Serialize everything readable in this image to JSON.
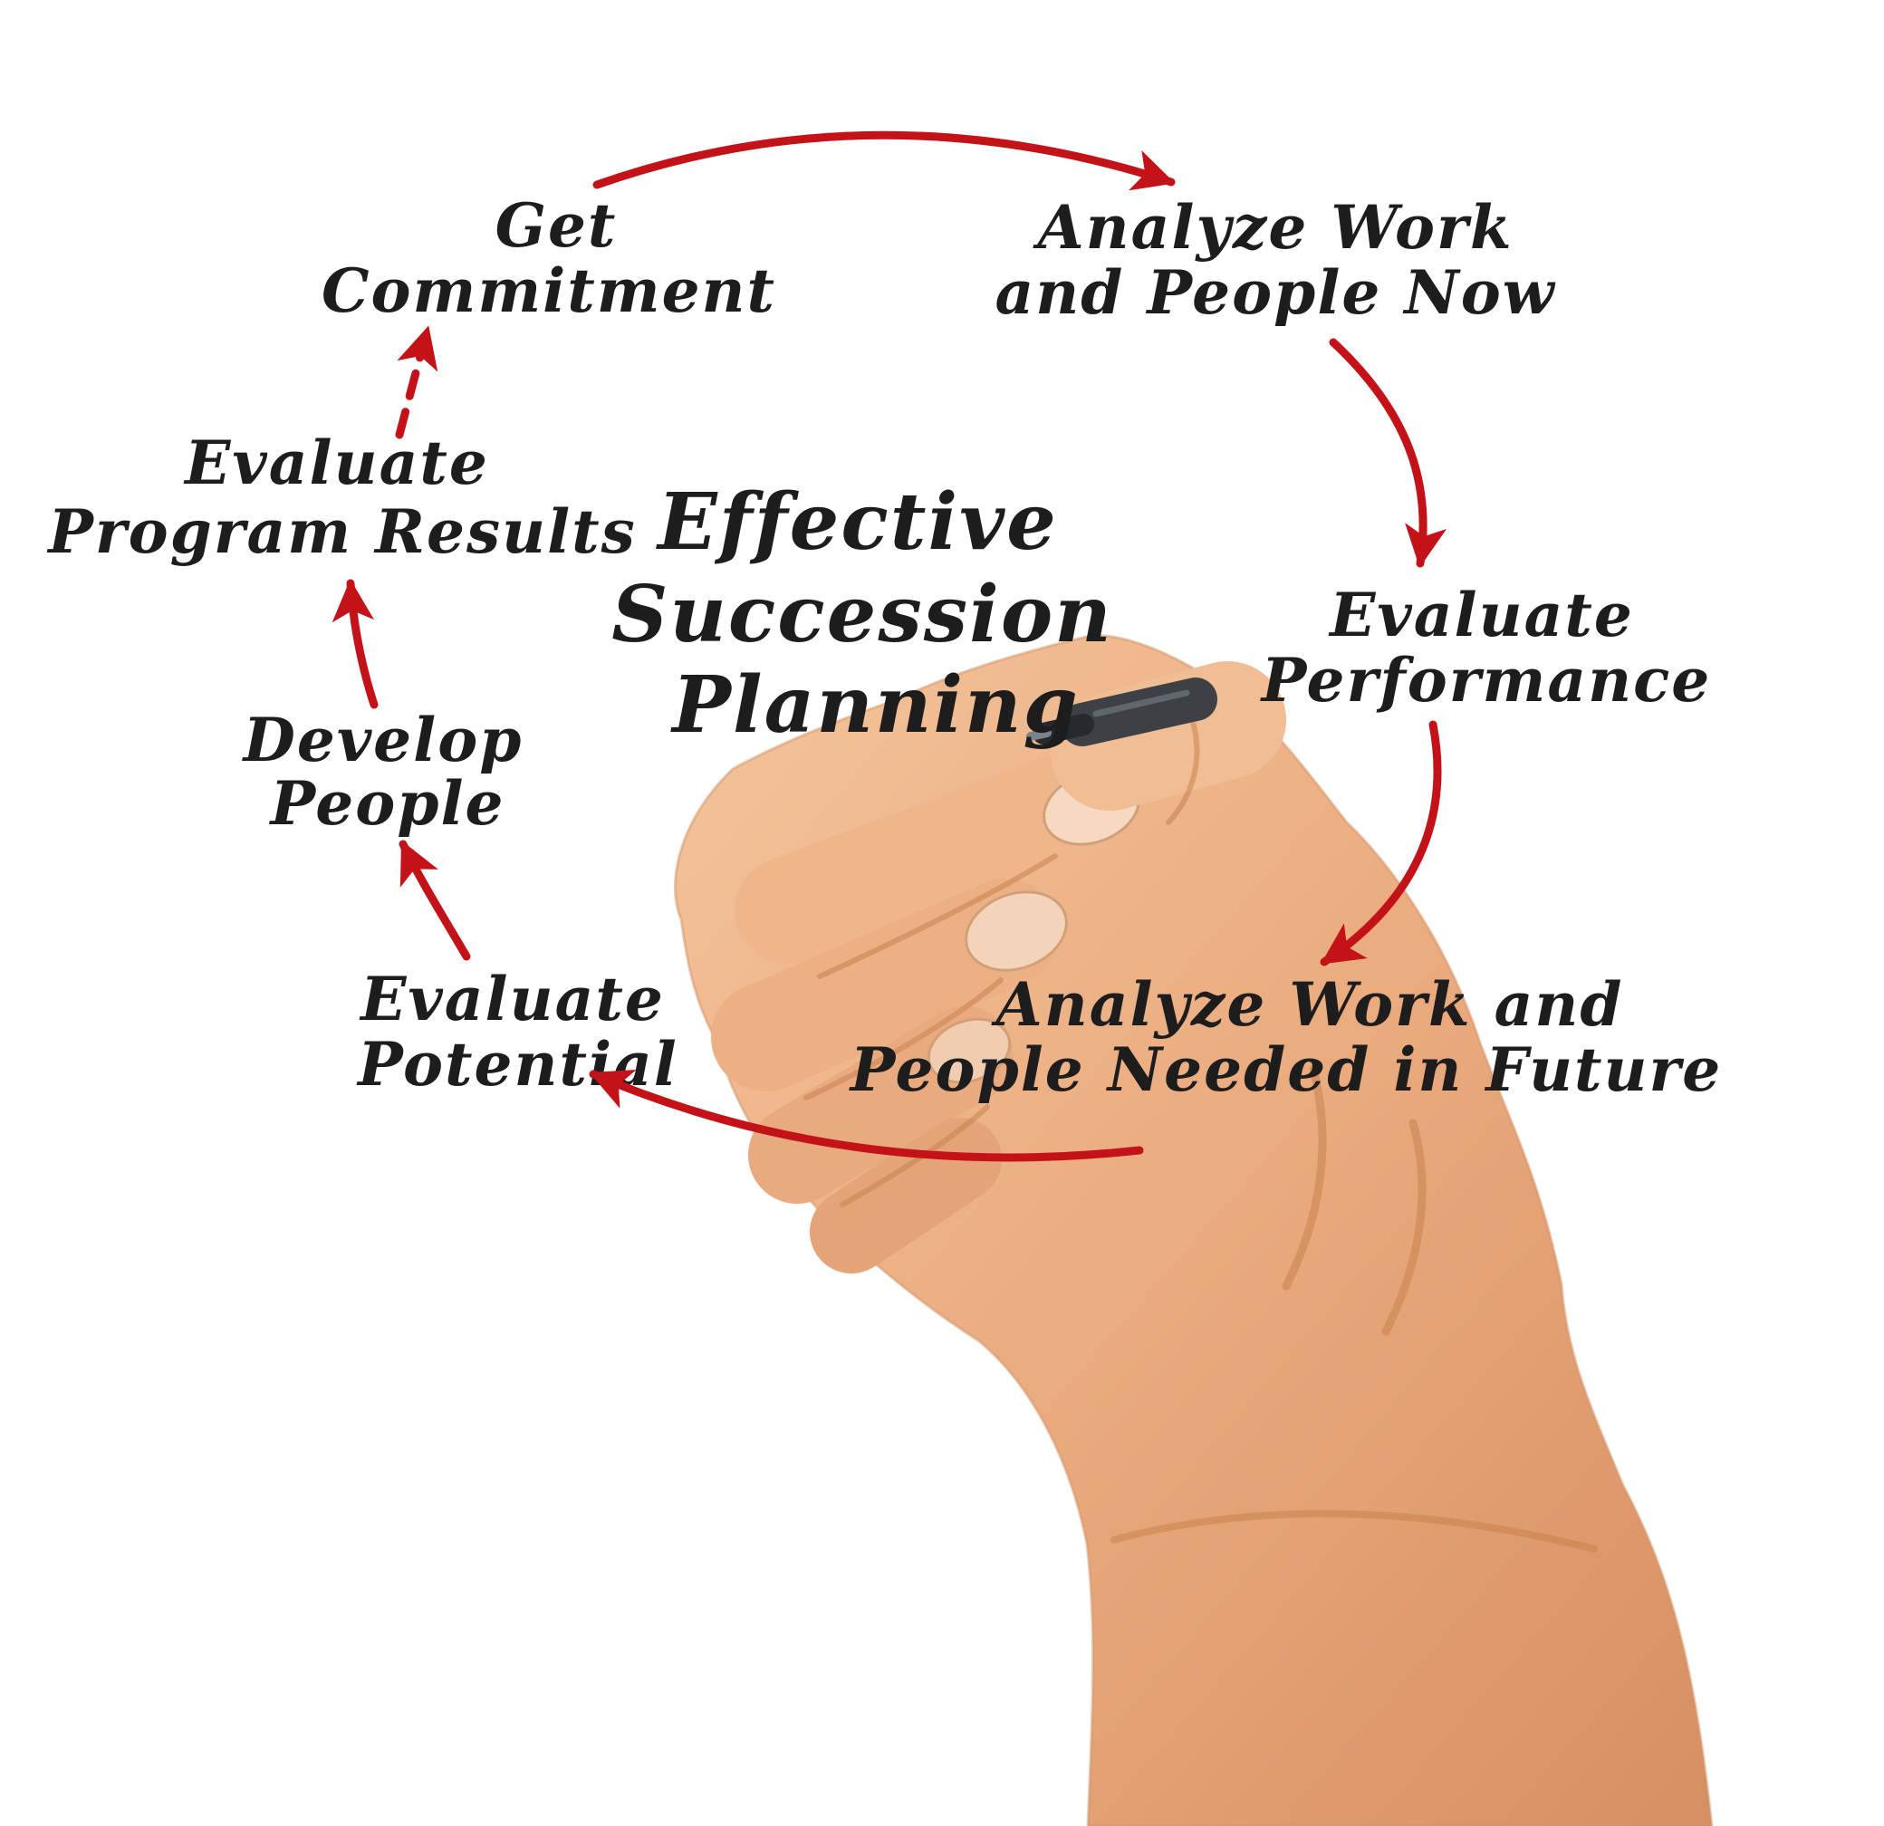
{
  "diagram": {
    "title_lines": [
      "Effective",
      "Succession",
      "Planning"
    ],
    "nodes": {
      "get_commitment": {
        "line1": "Get",
        "line2": "Commitment"
      },
      "analyze_work_now": {
        "line1": "Analyze  Work",
        "line2": "and People Now"
      },
      "evaluate_performance": {
        "line1": "Evaluate",
        "line2": "Performance"
      },
      "analyze_work_future": {
        "line1": "Analyze Work and",
        "line2": "People Needed in Future"
      },
      "evaluate_potential": {
        "line1": "Evaluate",
        "line2": "Potential"
      },
      "develop_people": {
        "line1": "Develop",
        "line2": "People"
      },
      "evaluate_program_results": {
        "line1": "Evaluate",
        "line2": "Program Results"
      }
    },
    "colors": {
      "arrow_red": "#c41318",
      "ink": "#1d1d1d",
      "skin_tone": "#e9a97c",
      "pen_dark": "#3d4146",
      "background": "#ffffff"
    }
  }
}
